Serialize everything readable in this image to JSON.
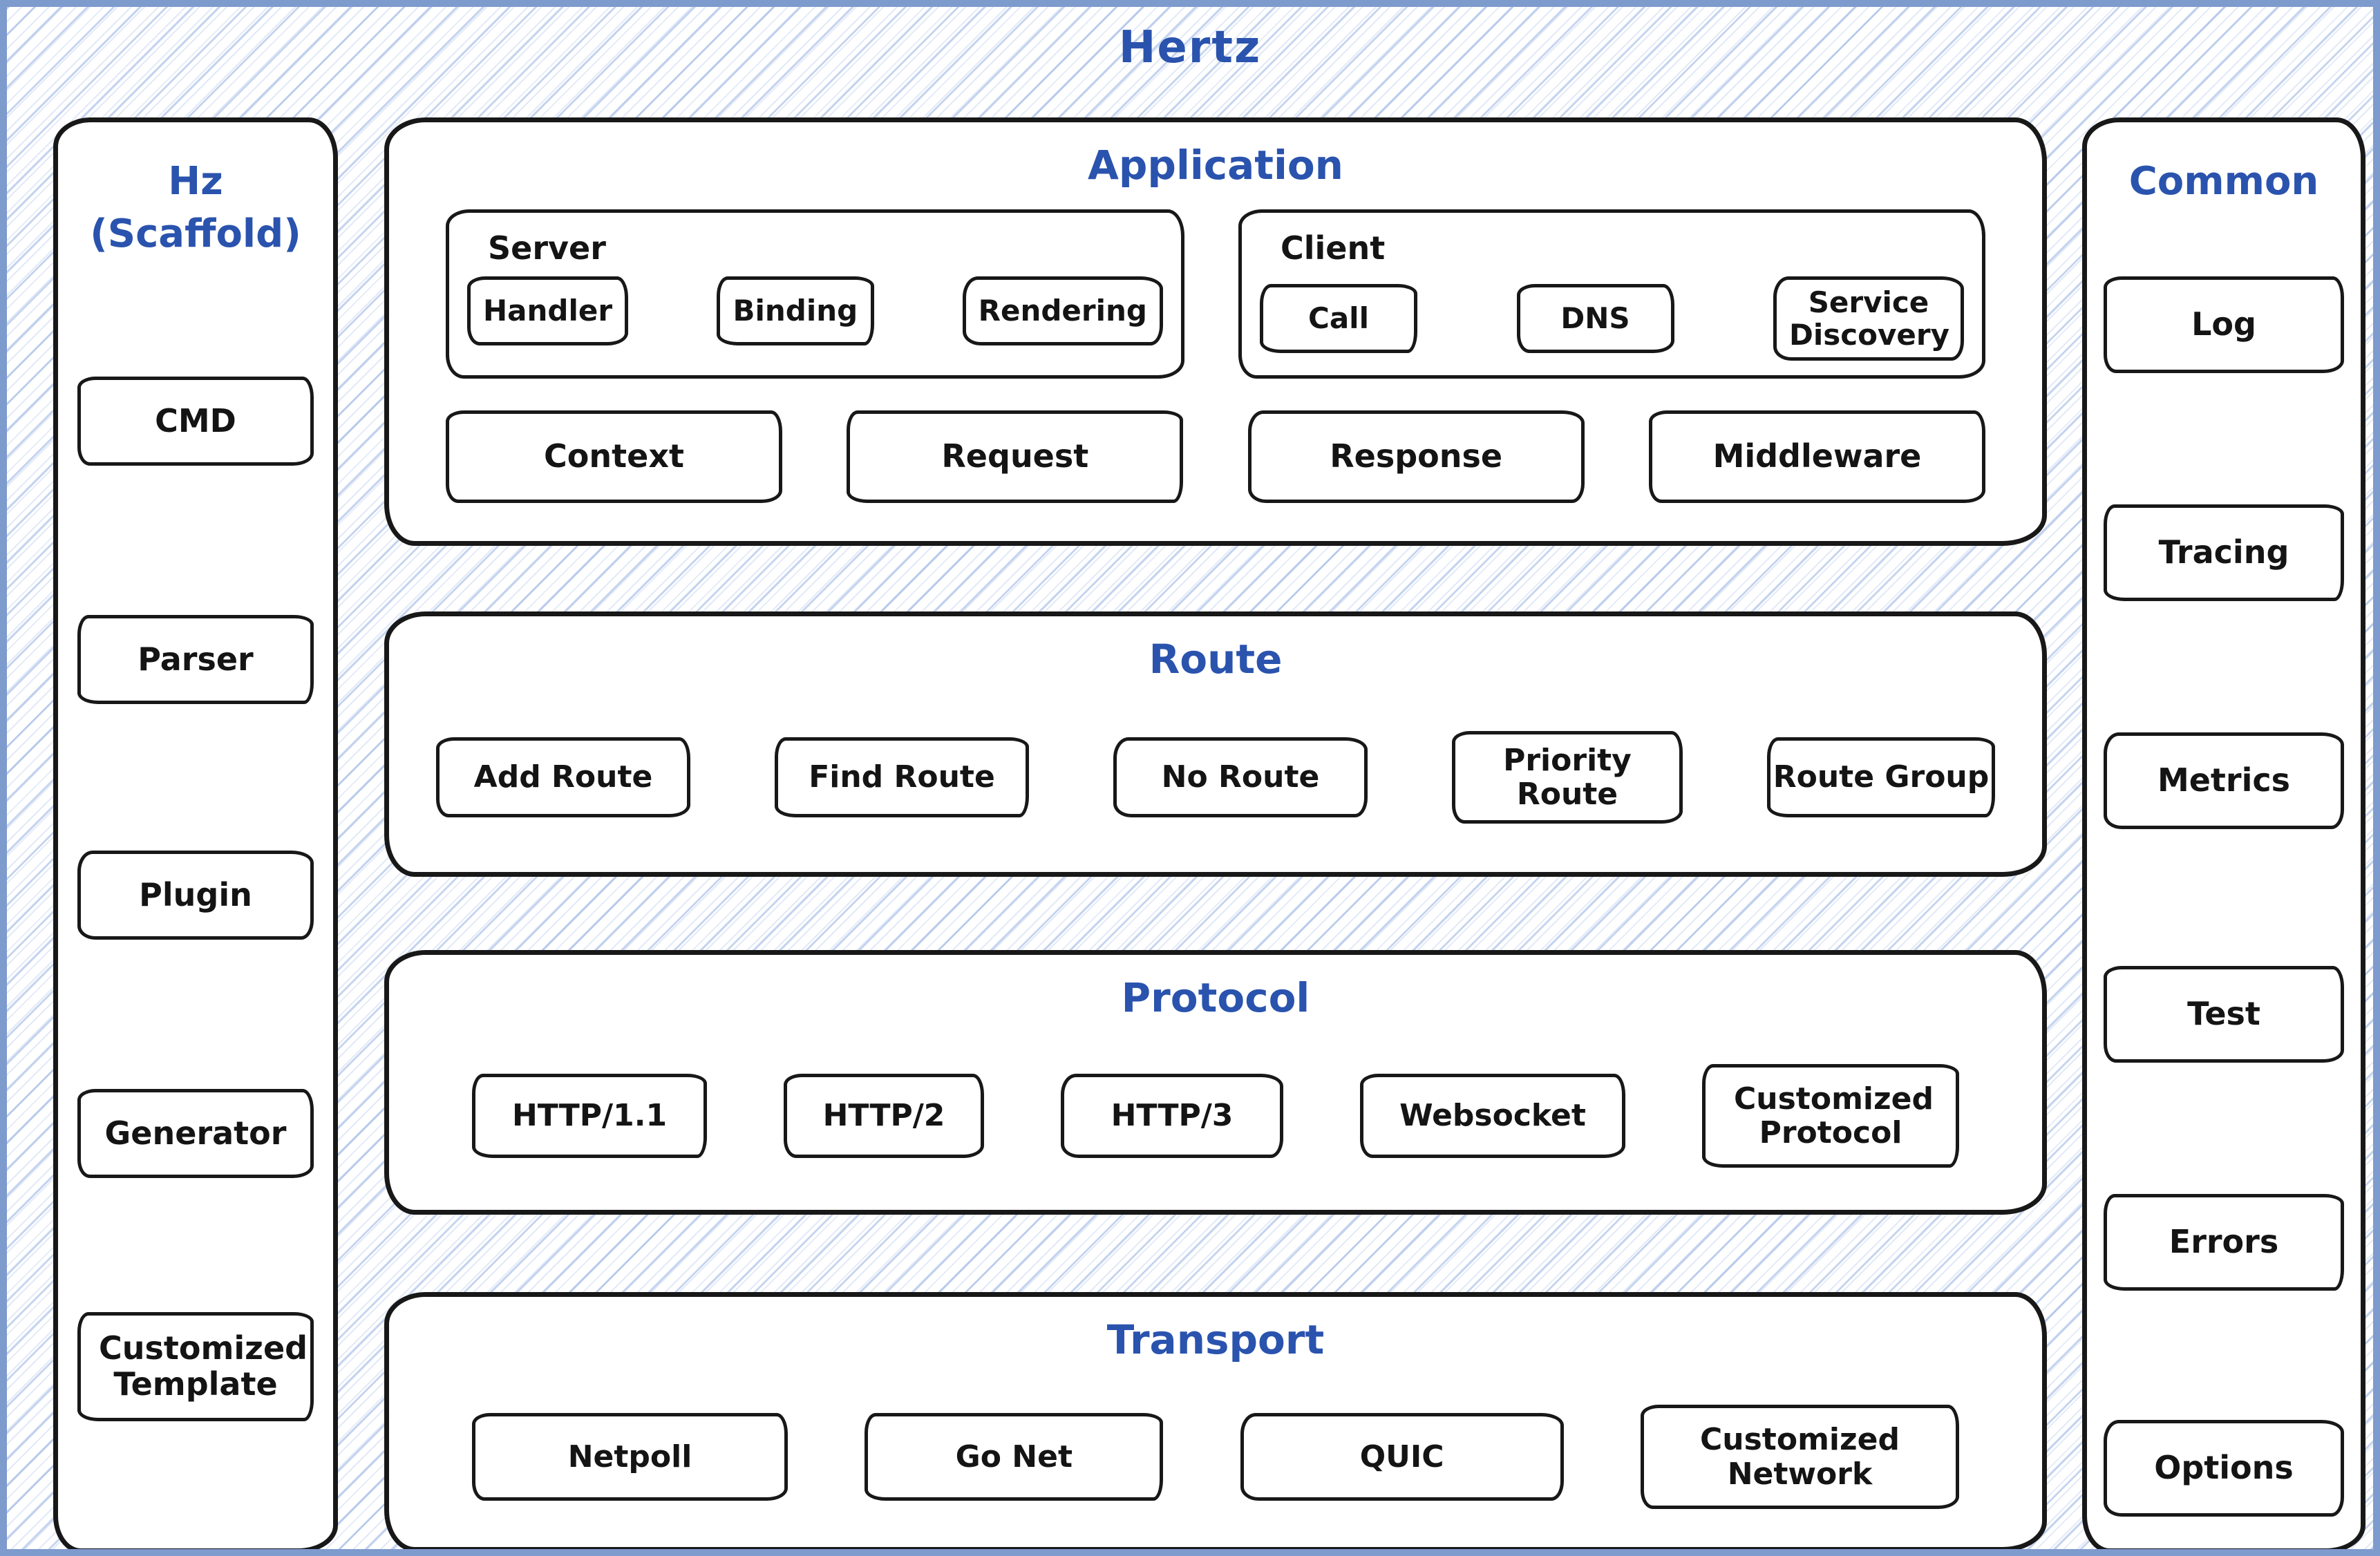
{
  "colors": {
    "accent_blue": "#2a53ae",
    "ink": "#181818",
    "frame_border": "#7e9bce",
    "hatch_line": "#c7d8f0",
    "panel_fill": "#ffffff"
  },
  "title": "Hertz",
  "left_sidebar": {
    "title_line1": "Hz",
    "title_line2": "(Scaffold)",
    "items": [
      "CMD",
      "Parser",
      "Plugin",
      "Generator",
      "Customized Template"
    ]
  },
  "right_sidebar": {
    "title": "Common",
    "items": [
      "Log",
      "Tracing",
      "Metrics",
      "Test",
      "Errors",
      "Options"
    ]
  },
  "application": {
    "title": "Application",
    "server": {
      "title": "Server",
      "items": [
        "Handler",
        "Binding",
        "Rendering"
      ]
    },
    "client": {
      "title": "Client",
      "items": [
        "Call",
        "DNS",
        "Service Discovery"
      ]
    },
    "shared": [
      "Context",
      "Request",
      "Response",
      "Middleware"
    ]
  },
  "route": {
    "title": "Route",
    "items": [
      "Add Route",
      "Find Route",
      "No Route",
      "Priority Route",
      "Route Group"
    ]
  },
  "protocol": {
    "title": "Protocol",
    "items": [
      "HTTP/1.1",
      "HTTP/2",
      "HTTP/3",
      "Websocket",
      "Customized Protocol"
    ]
  },
  "transport": {
    "title": "Transport",
    "items": [
      "Netpoll",
      "Go Net",
      "QUIC",
      "Customized Network"
    ]
  }
}
